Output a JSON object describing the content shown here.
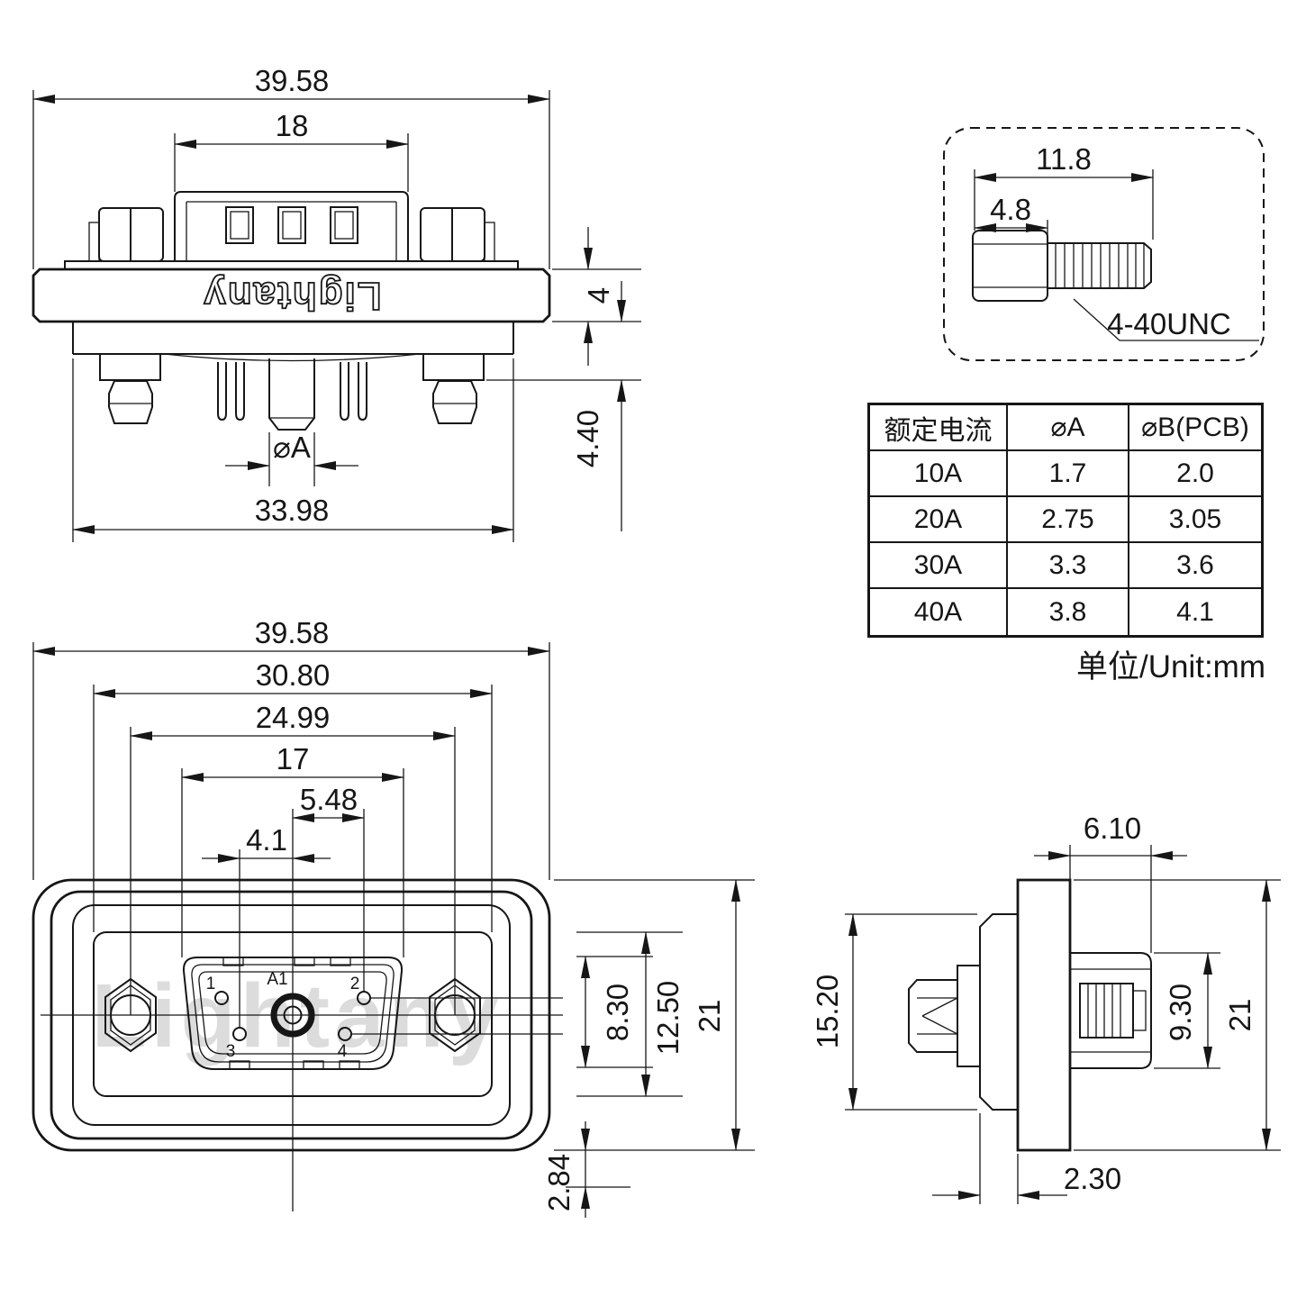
{
  "brand": {
    "flange_logo": "Lightany",
    "watermark": "Lightany"
  },
  "views": {
    "top": {
      "total_width": "39.58",
      "shell_width": "18",
      "flange_thickness": "4",
      "bracket_offset": "4.40",
      "body_width": "33.98",
      "pin_dia_label": "⌀A"
    },
    "screw": {
      "total_length": "11.8",
      "head_length": "4.8",
      "thread_spec": "4-40UNC"
    },
    "front": {
      "total_width": "39.58",
      "boss_width": "30.80",
      "mount_hole_spacing": "24.99",
      "shell_width": "17",
      "pin2_offset": "5.48",
      "pin3_offset": "4.1",
      "shell_height": "8.30",
      "insert_height": "12.50",
      "body_height": "21",
      "row_offset": "2.84",
      "pin_labels": [
        "1",
        "2",
        "3",
        "4"
      ],
      "center_pin_label": "A1"
    },
    "side": {
      "back_depth": "6.10",
      "insulator_height": "15.20",
      "housing_height": "9.30",
      "body_height": "21",
      "flange_thickness": "2.30"
    }
  },
  "table": {
    "headers": [
      "额定电流",
      "⌀A",
      "⌀B(PCB)"
    ],
    "rows": [
      [
        "10A",
        "1.7",
        "2.0"
      ],
      [
        "20A",
        "2.75",
        "3.05"
      ],
      [
        "30A",
        "3.3",
        "3.6"
      ],
      [
        "40A",
        "3.8",
        "4.1"
      ]
    ]
  },
  "unit_note": "单位/Unit:mm"
}
